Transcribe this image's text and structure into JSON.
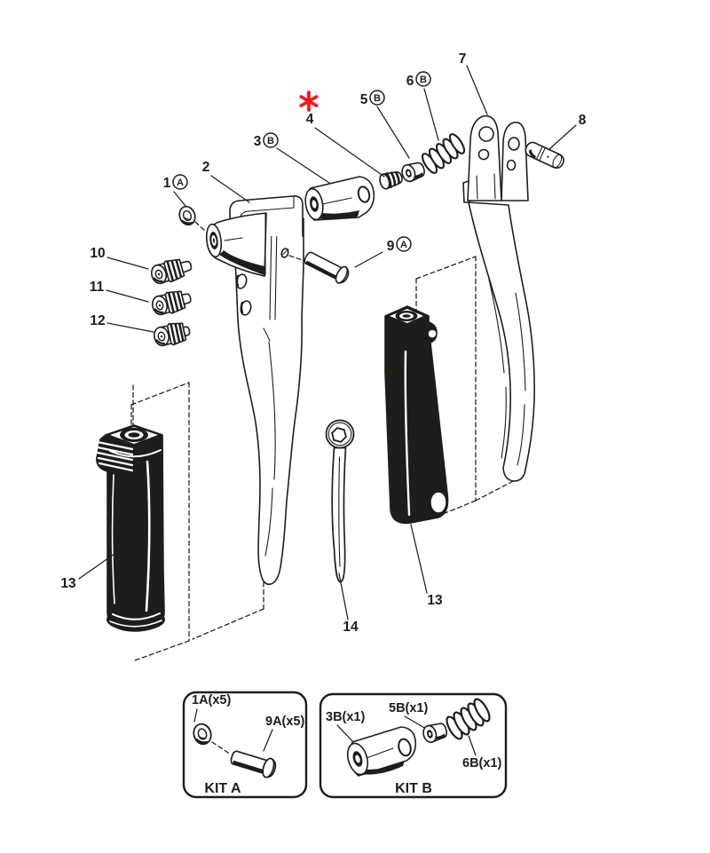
{
  "asterisk": {
    "glyph": "*",
    "color": "#ed1c24"
  },
  "callouts": [
    {
      "id": "1A",
      "number": "1",
      "letter": "A"
    },
    {
      "id": "2",
      "number": "2"
    },
    {
      "id": "3B",
      "number": "3",
      "letter": "B"
    },
    {
      "id": "4",
      "number": "4"
    },
    {
      "id": "5B",
      "number": "5",
      "letter": "B"
    },
    {
      "id": "6B",
      "number": "6",
      "letter": "B"
    },
    {
      "id": "7",
      "number": "7"
    },
    {
      "id": "8",
      "number": "8"
    },
    {
      "id": "9A",
      "number": "9",
      "letter": "A"
    },
    {
      "id": "10",
      "number": "10"
    },
    {
      "id": "11",
      "number": "11"
    },
    {
      "id": "12",
      "number": "12"
    },
    {
      "id": "13-left",
      "number": "13"
    },
    {
      "id": "14",
      "number": "14"
    },
    {
      "id": "13-right",
      "number": "13"
    }
  ],
  "kits": {
    "a": {
      "title": "KIT A",
      "items": [
        "1A(x5)",
        "9A(x5)"
      ]
    },
    "b": {
      "title": "KIT B",
      "items": [
        "3B(x1)",
        "5B(x1)",
        "6B(x1)"
      ]
    }
  }
}
